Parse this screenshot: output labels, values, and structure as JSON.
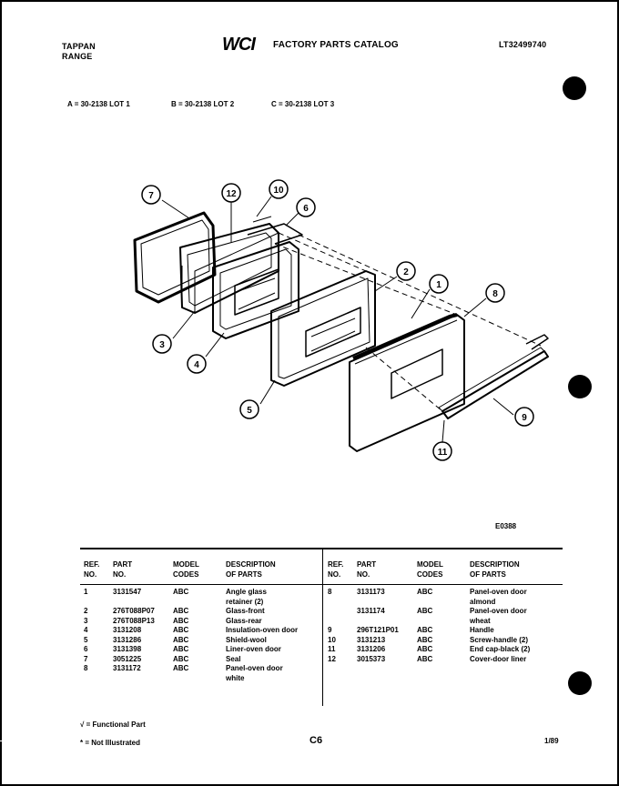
{
  "header": {
    "brand_line1": "TAPPAN",
    "brand_line2": "RANGE",
    "logo": "WCI",
    "catalog_title": "FACTORY PARTS CATALOG",
    "catalog_number": "LT32499740"
  },
  "lots": {
    "a": "A = 30-2138 LOT 1",
    "b": "B = 30-2138 LOT 2",
    "c": "C = 30-2138 LOT 3"
  },
  "diagram": {
    "callouts": [
      "7",
      "12",
      "10",
      "6",
      "2",
      "1",
      "8",
      "3",
      "4",
      "5",
      "9",
      "11"
    ],
    "code": "E0388"
  },
  "table": {
    "headers": {
      "ref": [
        "REF.",
        "NO."
      ],
      "part": [
        "PART",
        "NO."
      ],
      "model": [
        "MODEL",
        "CODES"
      ],
      "desc": [
        "DESCRIPTION",
        "OF PARTS"
      ]
    },
    "left_rows": [
      {
        "ref": "1",
        "part": "3131547",
        "model": "ABC",
        "desc": [
          "Angle glass",
          "retainer (2)"
        ]
      },
      {
        "ref": "2",
        "part": "276T088P07",
        "model": "ABC",
        "desc": [
          "Glass-front"
        ]
      },
      {
        "ref": "3",
        "part": "276T088P13",
        "model": "ABC",
        "desc": [
          "Glass-rear"
        ]
      },
      {
        "ref": "4",
        "part": "3131208",
        "model": "ABC",
        "desc": [
          "Insulation-oven door"
        ]
      },
      {
        "ref": "5",
        "part": "3131286",
        "model": "ABC",
        "desc": [
          "Shield-wool"
        ]
      },
      {
        "ref": "6",
        "part": "3131398",
        "model": "ABC",
        "desc": [
          "Liner-oven door"
        ]
      },
      {
        "ref": "7",
        "part": "3051225",
        "model": "ABC",
        "desc": [
          "Seal"
        ]
      },
      {
        "ref": "8",
        "part": "3131172",
        "model": "ABC",
        "desc": [
          "Panel-oven door",
          "white"
        ]
      }
    ],
    "right_rows": [
      {
        "ref": "8",
        "part": "3131173",
        "model": "ABC",
        "desc": [
          "Panel-oven door",
          "almond"
        ]
      },
      {
        "ref": "",
        "part": "3131174",
        "model": "ABC",
        "desc": [
          "Panel-oven door",
          "wheat"
        ]
      },
      {
        "ref": "9",
        "part": "296T121P01",
        "model": "ABC",
        "desc": [
          "Handle"
        ]
      },
      {
        "ref": "10",
        "part": "3131213",
        "model": "ABC",
        "desc": [
          "Screw-handle (2)"
        ]
      },
      {
        "ref": "11",
        "part": "3131206",
        "model": "ABC",
        "desc": [
          "End cap-black (2)"
        ]
      },
      {
        "ref": "12",
        "part": "3015373",
        "model": "ABC",
        "desc": [
          "Cover-door liner"
        ]
      }
    ]
  },
  "footer": {
    "functional": "√ = Functional Part",
    "not_illustrated": "* = Not Illustrated",
    "page": "C6",
    "date": "1/89"
  }
}
